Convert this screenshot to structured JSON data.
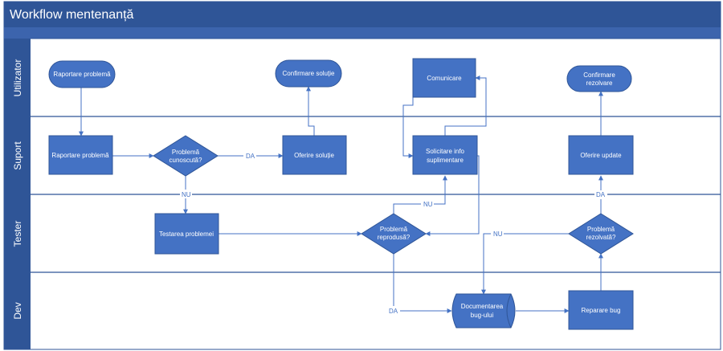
{
  "title": "Workflow mentenanță",
  "lanes": [
    {
      "id": "utilizator",
      "label": "Utilizator"
    },
    {
      "id": "suport",
      "label": "Suport"
    },
    {
      "id": "tester",
      "label": "Tester"
    },
    {
      "id": "dev",
      "label": "Dev"
    }
  ],
  "nodes": {
    "raportare_utilizator": {
      "label": [
        "Raportare problemă"
      ],
      "shape": "terminator",
      "lane": "utilizator"
    },
    "confirmare_solutie": {
      "label": [
        "Confirmare soluție"
      ],
      "shape": "terminator",
      "lane": "utilizator"
    },
    "comunicare": {
      "label": [
        "Comunicare"
      ],
      "shape": "process",
      "lane": "utilizator"
    },
    "confirmare_rezolvare": {
      "label": [
        "Confirmare",
        "rezolvare"
      ],
      "shape": "terminator",
      "lane": "utilizator"
    },
    "raportare_suport": {
      "label": [
        "Raportare problemă"
      ],
      "shape": "process",
      "lane": "suport"
    },
    "problema_cunoscuta": {
      "label": [
        "Problemă",
        "cunoscută?"
      ],
      "shape": "decision",
      "lane": "suport"
    },
    "oferire_solutie": {
      "label": [
        "Oferire soluție"
      ],
      "shape": "process",
      "lane": "suport"
    },
    "solicitare_info": {
      "label": [
        "Solicitare info",
        "suplimentare"
      ],
      "shape": "process",
      "lane": "suport"
    },
    "oferire_update": {
      "label": [
        "Oferire update"
      ],
      "shape": "process",
      "lane": "suport"
    },
    "testarea_problemei": {
      "label": [
        "Testarea problemei"
      ],
      "shape": "process",
      "lane": "tester"
    },
    "problema_reprodusa": {
      "label": [
        "Problemă",
        "reprodusă?"
      ],
      "shape": "decision",
      "lane": "tester"
    },
    "problema_rezolvata": {
      "label": [
        "Problemă",
        "rezolvată?"
      ],
      "shape": "decision",
      "lane": "tester"
    },
    "documentarea_bug": {
      "label": [
        "Documentarea",
        "bug-ului"
      ],
      "shape": "data-store",
      "lane": "dev"
    },
    "reparare_bug": {
      "label": [
        "Reparare bug"
      ],
      "shape": "process",
      "lane": "dev"
    }
  },
  "edge_labels": {
    "da": "DA",
    "nu": "NU"
  },
  "colors": {
    "shape_fill": "#4472c4",
    "shape_stroke": "#2f5597",
    "connector": "#4472c4",
    "lane_header": "#2f5597",
    "lane_divider": "#2f5597"
  }
}
